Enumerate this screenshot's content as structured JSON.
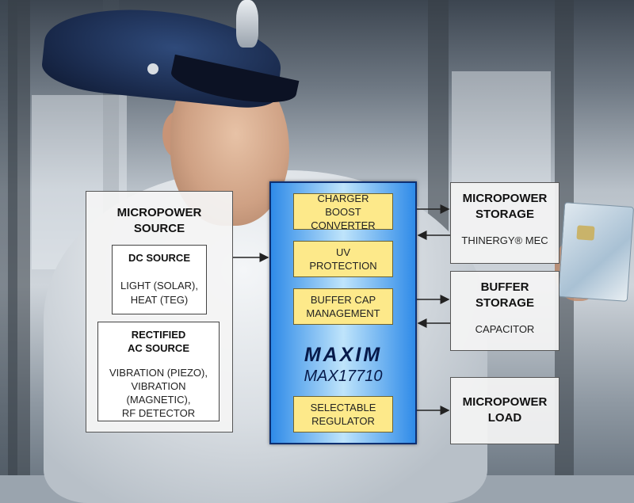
{
  "source": {
    "title": "MICROPOWER\nSOURCE",
    "dc": {
      "title": "DC SOURCE",
      "items": "LIGHT (SOLAR),\nHEAT (TEG)"
    },
    "ac": {
      "title": "RECTIFIED\nAC SOURCE",
      "items": "VIBRATION (PIEZO),\nVIBRATION (MAGNETIC),\nRF DETECTOR"
    }
  },
  "chip": {
    "blocks": [
      "CHARGER\nBOOST CONVERTER",
      "UV\nPROTECTION",
      "BUFFER CAP\nMANAGEMENT",
      "SELECTABLE\nREGULATOR"
    ],
    "logo": "MAXIM",
    "part": "MAX17710"
  },
  "storage": {
    "title": "MICROPOWER\nSTORAGE",
    "sub": "THINERGY® MEC"
  },
  "buffer": {
    "title": "BUFFER\nSTORAGE",
    "sub": "CAPACITOR"
  },
  "load": {
    "title": "MICROPOWER\nLOAD"
  },
  "colors": {
    "chip_border": "#0d2f72",
    "block_fill": "#fde98a",
    "chip_light": "#bfe4fb",
    "chip_dark": "#2f8be8"
  }
}
